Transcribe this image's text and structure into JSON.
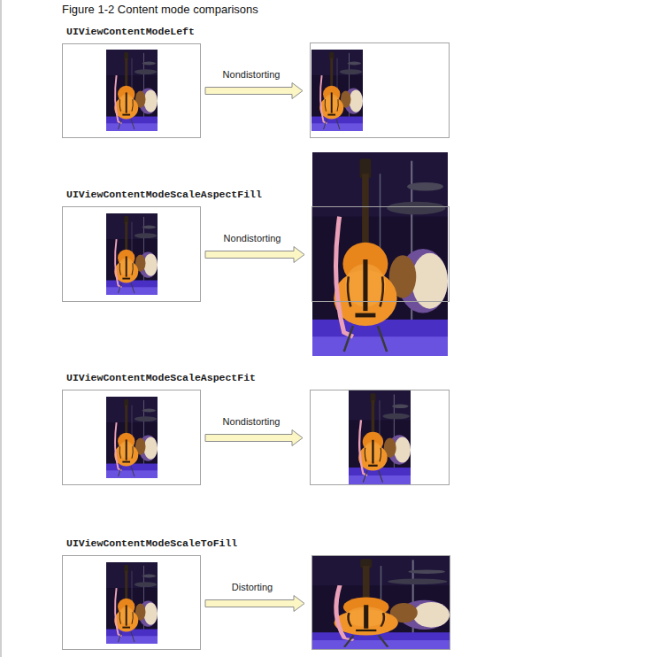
{
  "diagram": {
    "title": "Figure 1-2 Content mode comparisons",
    "nodes": [
      {
        "text": [
          "UIViewContentModeLeft"
        ]
      },
      {
        "text": []
      },
      {
        "text": [
          "UIViewContentModeScaleAspectFill"
        ]
      },
      {
        "text": []
      },
      {
        "text": [
          "UIViewContentModeScaleAspectFit"
        ]
      },
      {
        "text": []
      },
      {
        "text": [
          "UIViewContentModeScaleToFill"
        ]
      },
      {
        "text": []
      }
    ],
    "edges": [
      {
        "from": 0,
        "to": 1,
        "label": "Nondistorting",
        "arrow": "to"
      },
      {
        "from": 2,
        "to": 3,
        "label": "Nondistorting",
        "arrow": "to"
      },
      {
        "from": 4,
        "to": 5,
        "label": "Nondistorting",
        "arrow": "to"
      },
      {
        "from": 6,
        "to": 7,
        "label": "Distorting",
        "arrow": "to"
      }
    ]
  }
}
